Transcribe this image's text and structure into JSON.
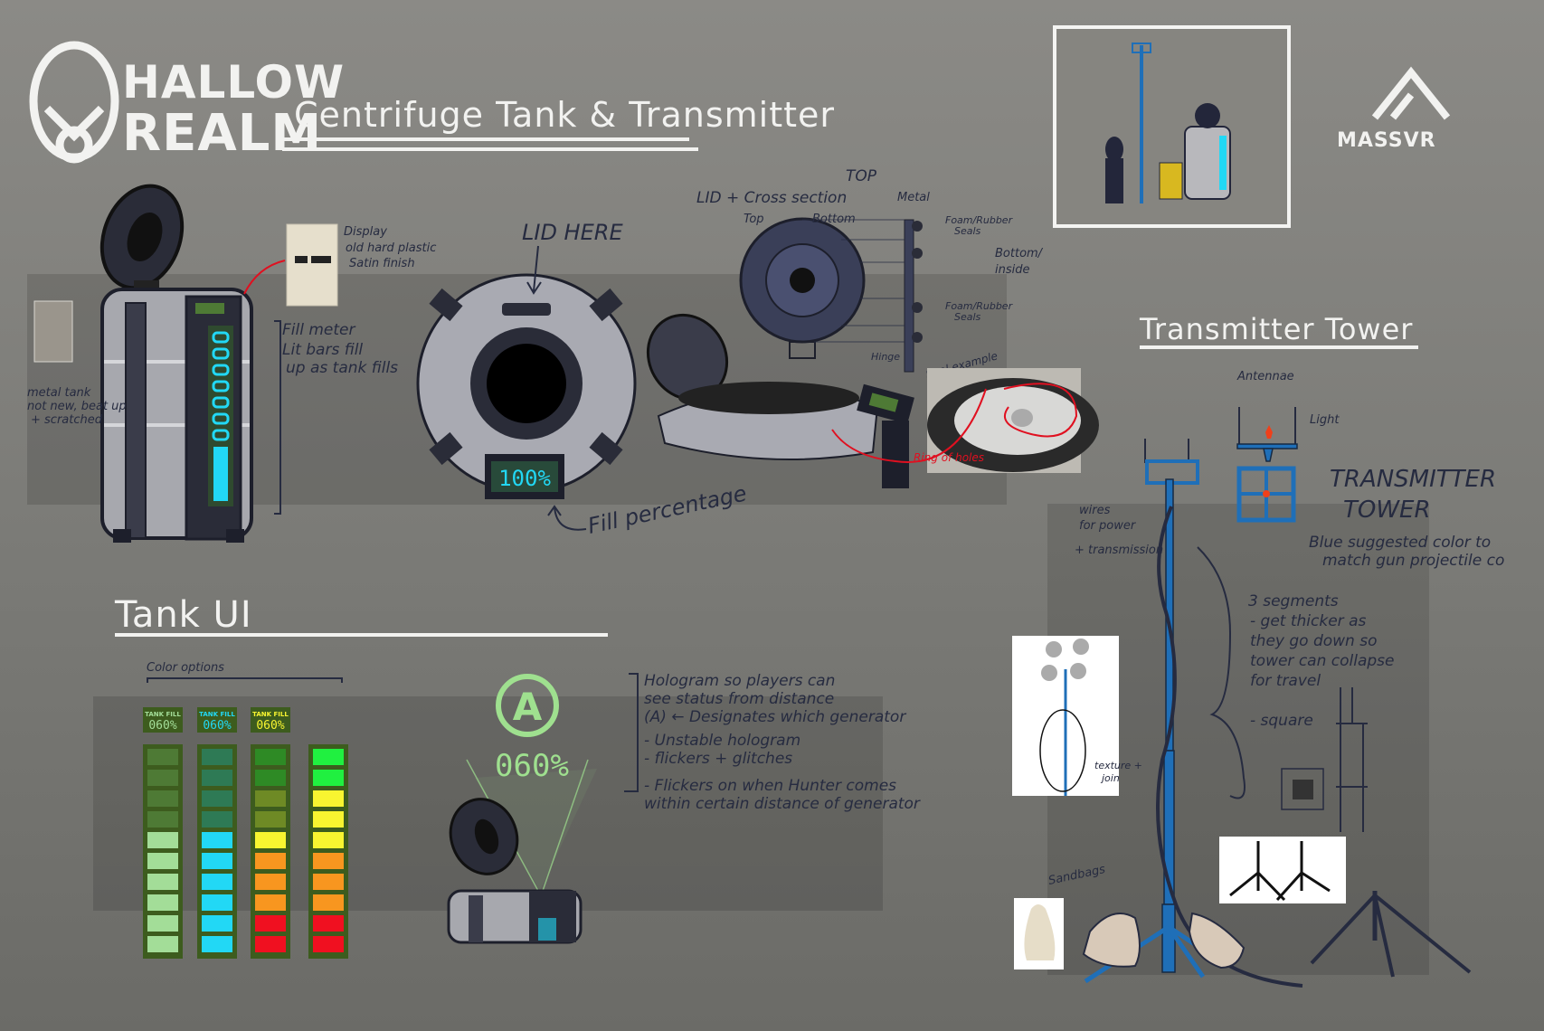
{
  "brand": {
    "game_logo_lines": [
      "HALLOW",
      "REALM"
    ],
    "studio_logo": "MASSVR"
  },
  "title": "Centrifuge Tank & Transmitter",
  "tank_concept": {
    "display_note": [
      "Display",
      "old hard plastic",
      "Satin finish"
    ],
    "fill_meter_note": [
      "Fill meter",
      "Lit bars fill",
      "up as tank fills"
    ],
    "metal_tank_note": [
      "metal tank",
      "not new, beat up",
      "+ scratched"
    ],
    "lid_label": "LID HERE",
    "lid_display_value": "100%",
    "fill_percentage_label": "Fill percentage",
    "cross_section": {
      "title": "LID + Cross section",
      "top_label": "Top",
      "bottom_label": "Bottom",
      "top_arrow_label": "TOP",
      "metal_label": "Metal",
      "seal_label_1": [
        "Foam/Rubber",
        "Seals"
      ],
      "seal_label_2": [
        "Foam/Rubber",
        "Seals"
      ],
      "bottom_inside_label": [
        "Bottom/",
        "inside"
      ],
      "hinge_label": "Hinge",
      "seal_example_label": "Seal example",
      "ring_of_holes_label": "Ring of holes"
    }
  },
  "tank_ui": {
    "heading": "Tank UI",
    "color_options_label": "Color options",
    "readouts": [
      {
        "label": "TANK FILL",
        "value": "060%",
        "color": "#a3dd98"
      },
      {
        "label": "TANK FILL",
        "value": "060%",
        "color": "#22d8f5"
      },
      {
        "label": "TANK FILL",
        "value": "060%",
        "color": "#f8f530"
      }
    ],
    "bar_frame_color": "#3d5c1e",
    "bar_palettes": [
      [
        "#4e7a35",
        "#4e7a35",
        "#4e7a35",
        "#4e7a35",
        "#a3dd98",
        "#a3dd98",
        "#a3dd98",
        "#a3dd98",
        "#a3dd98",
        "#a3dd98"
      ],
      [
        "#2e7a55",
        "#2e7a55",
        "#2e7a55",
        "#2e7a55",
        "#22d8f5",
        "#22d8f5",
        "#22d8f5",
        "#22d8f5",
        "#22d8f5",
        "#22d8f5"
      ],
      [
        "#2e8a25",
        "#2e8a25",
        "#6e8a25",
        "#6e8a25",
        "#f8f530",
        "#f8961f",
        "#f8961f",
        "#f8961f",
        "#f01020",
        "#f01020"
      ],
      [
        "#20f040",
        "#20f040",
        "#f8f530",
        "#f8f530",
        "#f8f530",
        "#f8961f",
        "#f8961f",
        "#f8961f",
        "#f01020",
        "#f01020"
      ]
    ],
    "hologram": {
      "letter": "A",
      "value": "060%",
      "color": "#9fe08f"
    },
    "hologram_notes": [
      "Hologram so players can",
      "see status from distance",
      "(A) ← Designates which generator",
      "- Unstable hologram",
      "  - flickers + glitches",
      "- Flickers on when Hunter comes",
      "within certain distance of generator"
    ]
  },
  "transmitter": {
    "heading": "Transmitter Tower",
    "antennae_label": "Antennae",
    "light_label": "Light",
    "handwritten_title": [
      "TRANSMITTER",
      "TOWER"
    ],
    "color_note": [
      "Blue suggested color to",
      "match gun projectile co"
    ],
    "wires_note": [
      "wires",
      "for power",
      "+ transmission"
    ],
    "segments_note": [
      "3 segments",
      "- get thicker as",
      "they go down so",
      "tower can collapse",
      "for travel",
      "",
      "- square"
    ],
    "texture_note": [
      "texture +",
      "join"
    ],
    "sandbags_label": "Sandbags",
    "tower_color": "#1f6fb8",
    "light_color": "#f0401a"
  }
}
